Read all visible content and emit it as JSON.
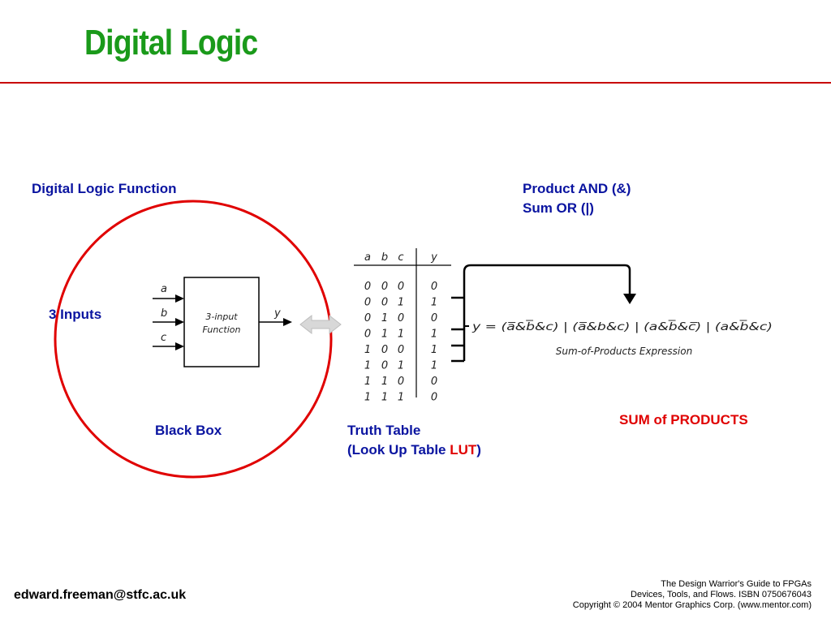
{
  "title": "Digital Logic",
  "labels": {
    "digital_logic_function": "Digital Logic Function",
    "product_and": "Product AND (&)",
    "sum_or": "Sum OR  (|)",
    "three_inputs": "3 Inputs",
    "black_box": "Black Box",
    "truth_table": "Truth Table",
    "look_up_table_prefix": "(Look Up Table ",
    "lut": "LUT",
    "look_up_table_suffix": ")",
    "sum_of_products": "SUM of PRODUCTS"
  },
  "black_box": {
    "inputs": [
      "a",
      "b",
      "c"
    ],
    "output": "y",
    "box_line1": "3-input",
    "box_line2": "Function"
  },
  "truth_table": {
    "headers": [
      "a",
      "b",
      "c",
      "y"
    ],
    "rows": [
      [
        "0",
        "0",
        "0",
        "0"
      ],
      [
        "0",
        "0",
        "1",
        "1"
      ],
      [
        "0",
        "1",
        "0",
        "0"
      ],
      [
        "0",
        "1",
        "1",
        "1"
      ],
      [
        "1",
        "0",
        "0",
        "1"
      ],
      [
        "1",
        "0",
        "1",
        "1"
      ],
      [
        "1",
        "1",
        "0",
        "0"
      ],
      [
        "1",
        "1",
        "1",
        "0"
      ]
    ]
  },
  "expression": {
    "text": "y = (a̅&b̅&c) | (a̅&b&c) | (a&b̅&c̅) | (a&b̅&c)",
    "caption": "Sum-of-Products Expression"
  },
  "footer": {
    "email": "edward.freeman@stfc.ac.uk",
    "citation_line1": "The Design Warrior's Guide to FPGAs",
    "citation_line2": "Devices, Tools, and Flows. ISBN 0750676043",
    "citation_line3": "Copyright © 2004 Mentor Graphics Corp. (www.mentor.com)"
  },
  "colors": {
    "title": "#1a9a1a",
    "rule": "#c80000",
    "label_blue": "#0a14a0",
    "highlight_red": "#e00000",
    "circle": "#e00000"
  }
}
